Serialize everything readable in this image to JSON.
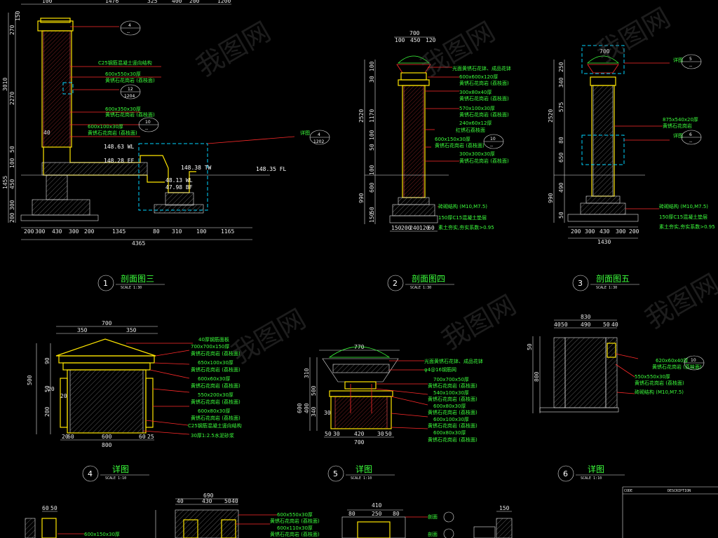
{
  "sections": [
    {
      "num": "1",
      "title": "剖面图三",
      "scale": "SCALE 1:30"
    },
    {
      "num": "2",
      "title": "剖面图四",
      "scale": "SCALE 1:30"
    },
    {
      "num": "3",
      "title": "剖面图五",
      "scale": "SCALE 1:30"
    },
    {
      "num": "4",
      "title": "详图",
      "scale": "SCALE 1:10"
    },
    {
      "num": "5",
      "title": "详图",
      "scale": "SCALE 1:10"
    },
    {
      "num": "6",
      "title": "详图",
      "scale": "SCALE 1:10"
    }
  ],
  "elevations": {
    "e1": "148.63 WL",
    "e2": "148.28 EF",
    "e3": "148.38 TW",
    "e4": "148.35 FL",
    "e5": "48.13 WL",
    "e6": "47.98 BF"
  },
  "callouts": {
    "c1": {
      "top": "4",
      "bottom": "--"
    },
    "c2": {
      "top": "12",
      "bottom": "1204"
    },
    "c3": {
      "top": "10",
      "bottom": "--"
    },
    "c4": {
      "top": "4",
      "bottom": "1202"
    },
    "c5": {
      "top": "10",
      "bottom": "--"
    },
    "c6": {
      "top": "5",
      "bottom": "--"
    },
    "c7": {
      "top": "6",
      "bottom": "--"
    },
    "c8": {
      "top": "10",
      "bottom": "--"
    }
  },
  "detail_labels": {
    "d1": "详图",
    "d2": "详图",
    "d3": "详图"
  },
  "notes_s1": [
    "C25钢筋混凝土竖向结构",
    "600x550x30厚",
    "黄锈石花岗岩 (荔枝面)",
    "600x350x30厚",
    "黄锈石花岗岩 (荔枝面)",
    "600x100x30厚",
    "黄锈石花岗岩 (荔枝面)"
  ],
  "notes_s2": [
    "光面黄锈石花钵、成品花钵",
    "600x600x120厚",
    "黄锈石花岗岩 (荔枝面)",
    "300x80x40厚",
    "黄锈石花岗岩 (荔枝面)",
    "570x100x30厚",
    "黄锈石花岗岩 (荔枝面)",
    "240x60x12厚",
    "红锈石荔枝面",
    "600x150x30厚",
    "黄锈石花岗岩 (荔枝面)",
    "300x300x30厚",
    "黄锈石花岗岩 (荔枝面)",
    "砖砌结构 (M10,M7.5)",
    "150厚C15混凝土垫层",
    "素土夯实,夯实系数>0.95"
  ],
  "notes_s3": [
    "875x540x20厚",
    "黄锈石花岗岩",
    "砖砌结构 (M10,M7.5)",
    "150厚C15混凝土垫层",
    "素土夯实,夯实系数>0.95"
  ],
  "notes_s4": [
    "40厚钢筋面板",
    "700x700x150厚",
    "黄锈石花岗岩 (荔枝面)",
    "650x100x30厚",
    "黄锈石花岗岩 (荔枝面)",
    "600x60x30厚",
    "黄锈石花岗岩 (荔枝面)",
    "550x200x30厚",
    "黄锈石花岗岩 (荔枝面)",
    "600x80x30厚",
    "黄锈石花岗岩 (荔枝面)",
    "C25钢筋混凝土竖向结构",
    "30厚1:2.5水泥砂浆"
  ],
  "notes_s5": [
    "光面黄锈石花钵、成品花钵",
    "φ4@16钢筋网",
    "700x700x50厚",
    "黄锈石花岗岩 (荔枝面)",
    "540x100x30厚",
    "黄锈石花岗岩 (荔枝面)",
    "600x80x30厚",
    "黄锈石花岗岩 (荔枝面)",
    "600x100x30厚",
    "黄锈石花岗岩 (荔枝面)",
    "600x80x30厚",
    "黄锈石花岗岩 (荔枝面)"
  ],
  "notes_s6": [
    "620x60x40厚",
    "黄锈石花岗岩 (荔枝面)",
    "550x550x30厚",
    "黄锈石花岗岩 (荔枝面)",
    "砖砌结构 (M10,M7.5)"
  ],
  "notes_bottom": [
    "600x550x30厚",
    "黄锈石花岗岩 (荔枝面)",
    "600x110x30厚",
    "黄锈石花岗岩 (荔枝面)",
    "600x150x30厚"
  ],
  "table_headers": {
    "code": "CODE",
    "desc": "DESCRIPTION"
  },
  "bottom_refs": {
    "r1": "剖面",
    "r2": "剖面"
  },
  "dims": {
    "s1_bottom": [
      "200",
      "300",
      "430",
      "300",
      "200",
      "1345",
      "80",
      "310",
      "100",
      "1165"
    ],
    "s1_total": "4365",
    "s1_top": [
      "100",
      "1476",
      "325",
      "400",
      "200",
      "1200"
    ],
    "s1_left": [
      "150",
      "270",
      "2270",
      "3010",
      "40",
      "1455",
      "50",
      "450",
      "300",
      "100",
      "200"
    ],
    "s2_top": [
      "700",
      "100",
      "450",
      "120"
    ],
    "s2_left": [
      "100",
      "30",
      "1170",
      "2520",
      "100",
      "50",
      "100",
      "600",
      "990",
      "50",
      "150"
    ],
    "s2_bottom": [
      "150",
      "200",
      "240",
      "120",
      "60"
    ],
    "s3_top": "700",
    "s3_left": [
      "250",
      "340",
      "575",
      "2520",
      "80",
      "650",
      "490",
      "990",
      "50"
    ],
    "s3_bottom": [
      "200",
      "300",
      "430",
      "300",
      "200"
    ],
    "s3_total": "1430",
    "s4_top": [
      "700",
      "350",
      "350"
    ],
    "s4_left": [
      "500",
      "20",
      "50",
      "200",
      "20",
      "90"
    ],
    "s4_bottom": [
      "20",
      "600",
      "25",
      "60",
      "60"
    ],
    "s4_total": "800",
    "s5_top": "770",
    "s5_left": [
      "310",
      "340",
      "400",
      "600",
      "500",
      "30"
    ],
    "s5_bottom": [
      "50",
      "30",
      "420",
      "30",
      "50"
    ],
    "s5_total": "700",
    "s6_top": [
      "830",
      "40",
      "50",
      "490",
      "50",
      "40"
    ],
    "s6_left": [
      "50",
      "800"
    ],
    "b1_top": [
      "60",
      "50"
    ],
    "b2_top": [
      "690",
      "40",
      "430",
      "50",
      "40"
    ],
    "b3_top": [
      "410",
      "80",
      "250",
      "80"
    ],
    "b4_top": "150"
  },
  "watermark": "我图网"
}
